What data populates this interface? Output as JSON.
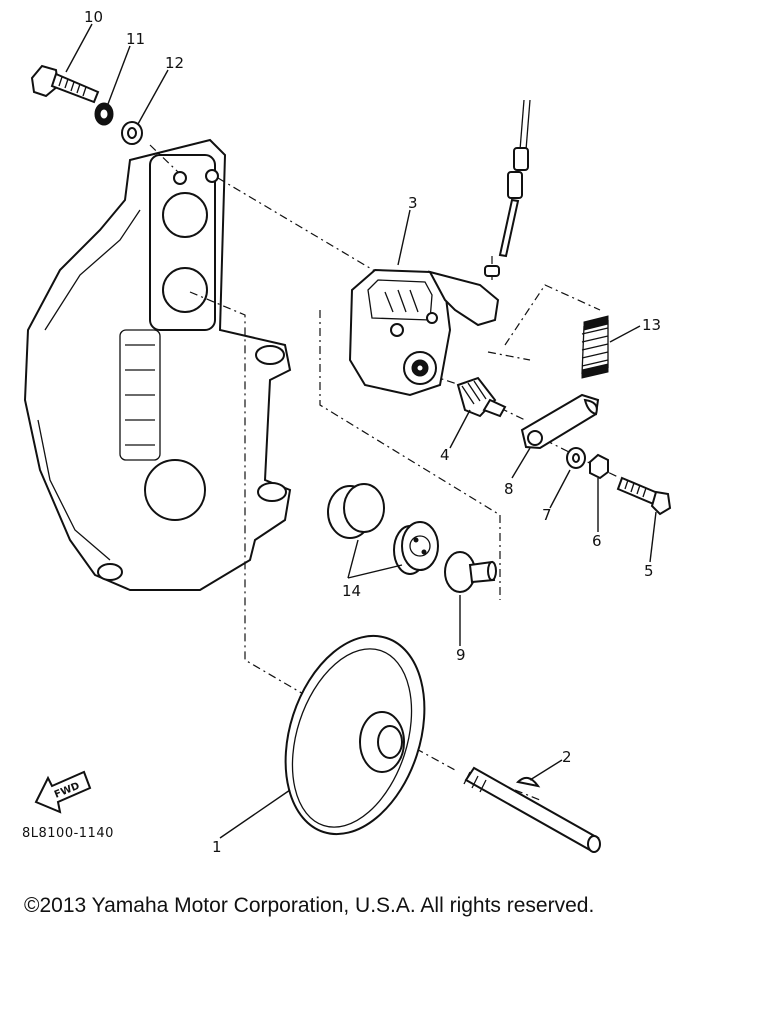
{
  "parts": [
    {
      "num": "1"
    },
    {
      "num": "2"
    },
    {
      "num": "3"
    },
    {
      "num": "4"
    },
    {
      "num": "5"
    },
    {
      "num": "6"
    },
    {
      "num": "7"
    },
    {
      "num": "8"
    },
    {
      "num": "9"
    },
    {
      "num": "10"
    },
    {
      "num": "11"
    },
    {
      "num": "12"
    },
    {
      "num": "13"
    },
    {
      "num": "14"
    }
  ],
  "fwd_label": "FWD",
  "diagram_code": "8L8100-1140",
  "copyright": "©2013 Yamaha Motor Corporation, U.S.A. All rights reserved."
}
